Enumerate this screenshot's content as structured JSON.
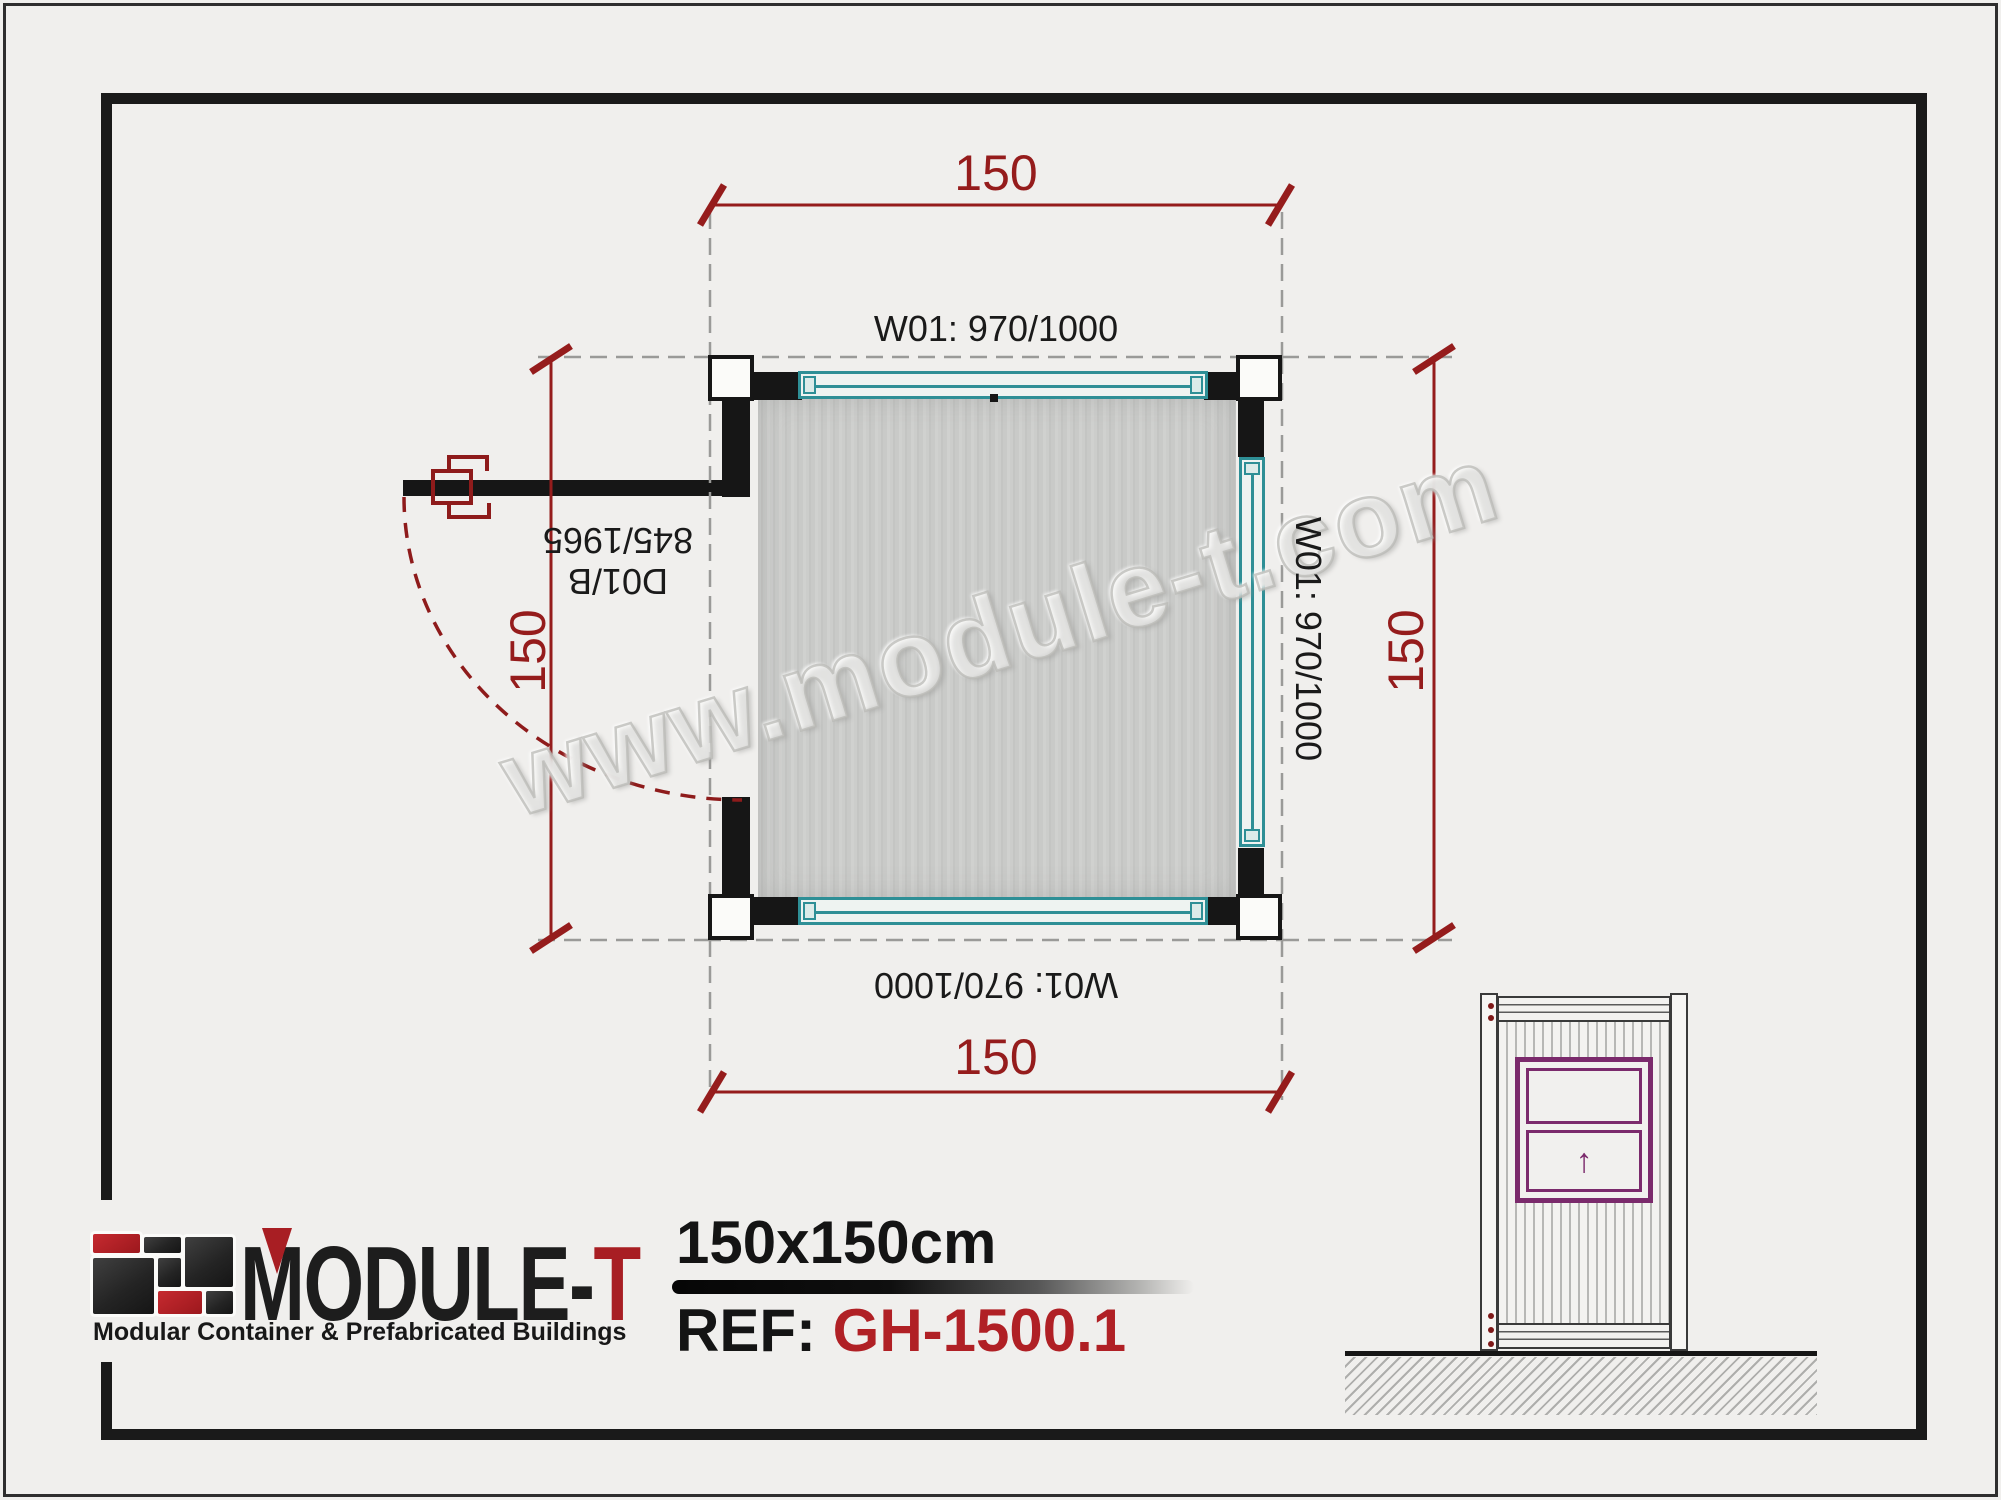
{
  "plan": {
    "dim_top": "150",
    "dim_bottom": "150",
    "dim_left": "150",
    "dim_right": "150",
    "window_top_label": "W01: 970/1000",
    "window_bottom_label": "W01: 970/1000",
    "window_right_label": "W01: 970/1000",
    "door_code": "D01/B",
    "door_size": "845/1965"
  },
  "watermark": {
    "text": "www.module-t.com"
  },
  "logo": {
    "brand_main": "MODULE",
    "brand_dash": "-",
    "brand_t": "T",
    "tagline": "Modular Container & Prefabricated Buildings"
  },
  "title_block": {
    "size_label": "150x150cm",
    "ref_label": "REF: ",
    "ref_value": "GH-1500.1"
  },
  "elevation": {
    "slide_arrow": "↑"
  },
  "colors": {
    "dim_red": "#951c1c",
    "window_teal": "#2e8f96",
    "wall_black": "#161616",
    "room_gray": "#c9cac8",
    "door_purple": "#7b2a6c",
    "brand_red": "#a81e23",
    "ref_red": "#b02025",
    "frame_black": "#1a1a1a"
  }
}
